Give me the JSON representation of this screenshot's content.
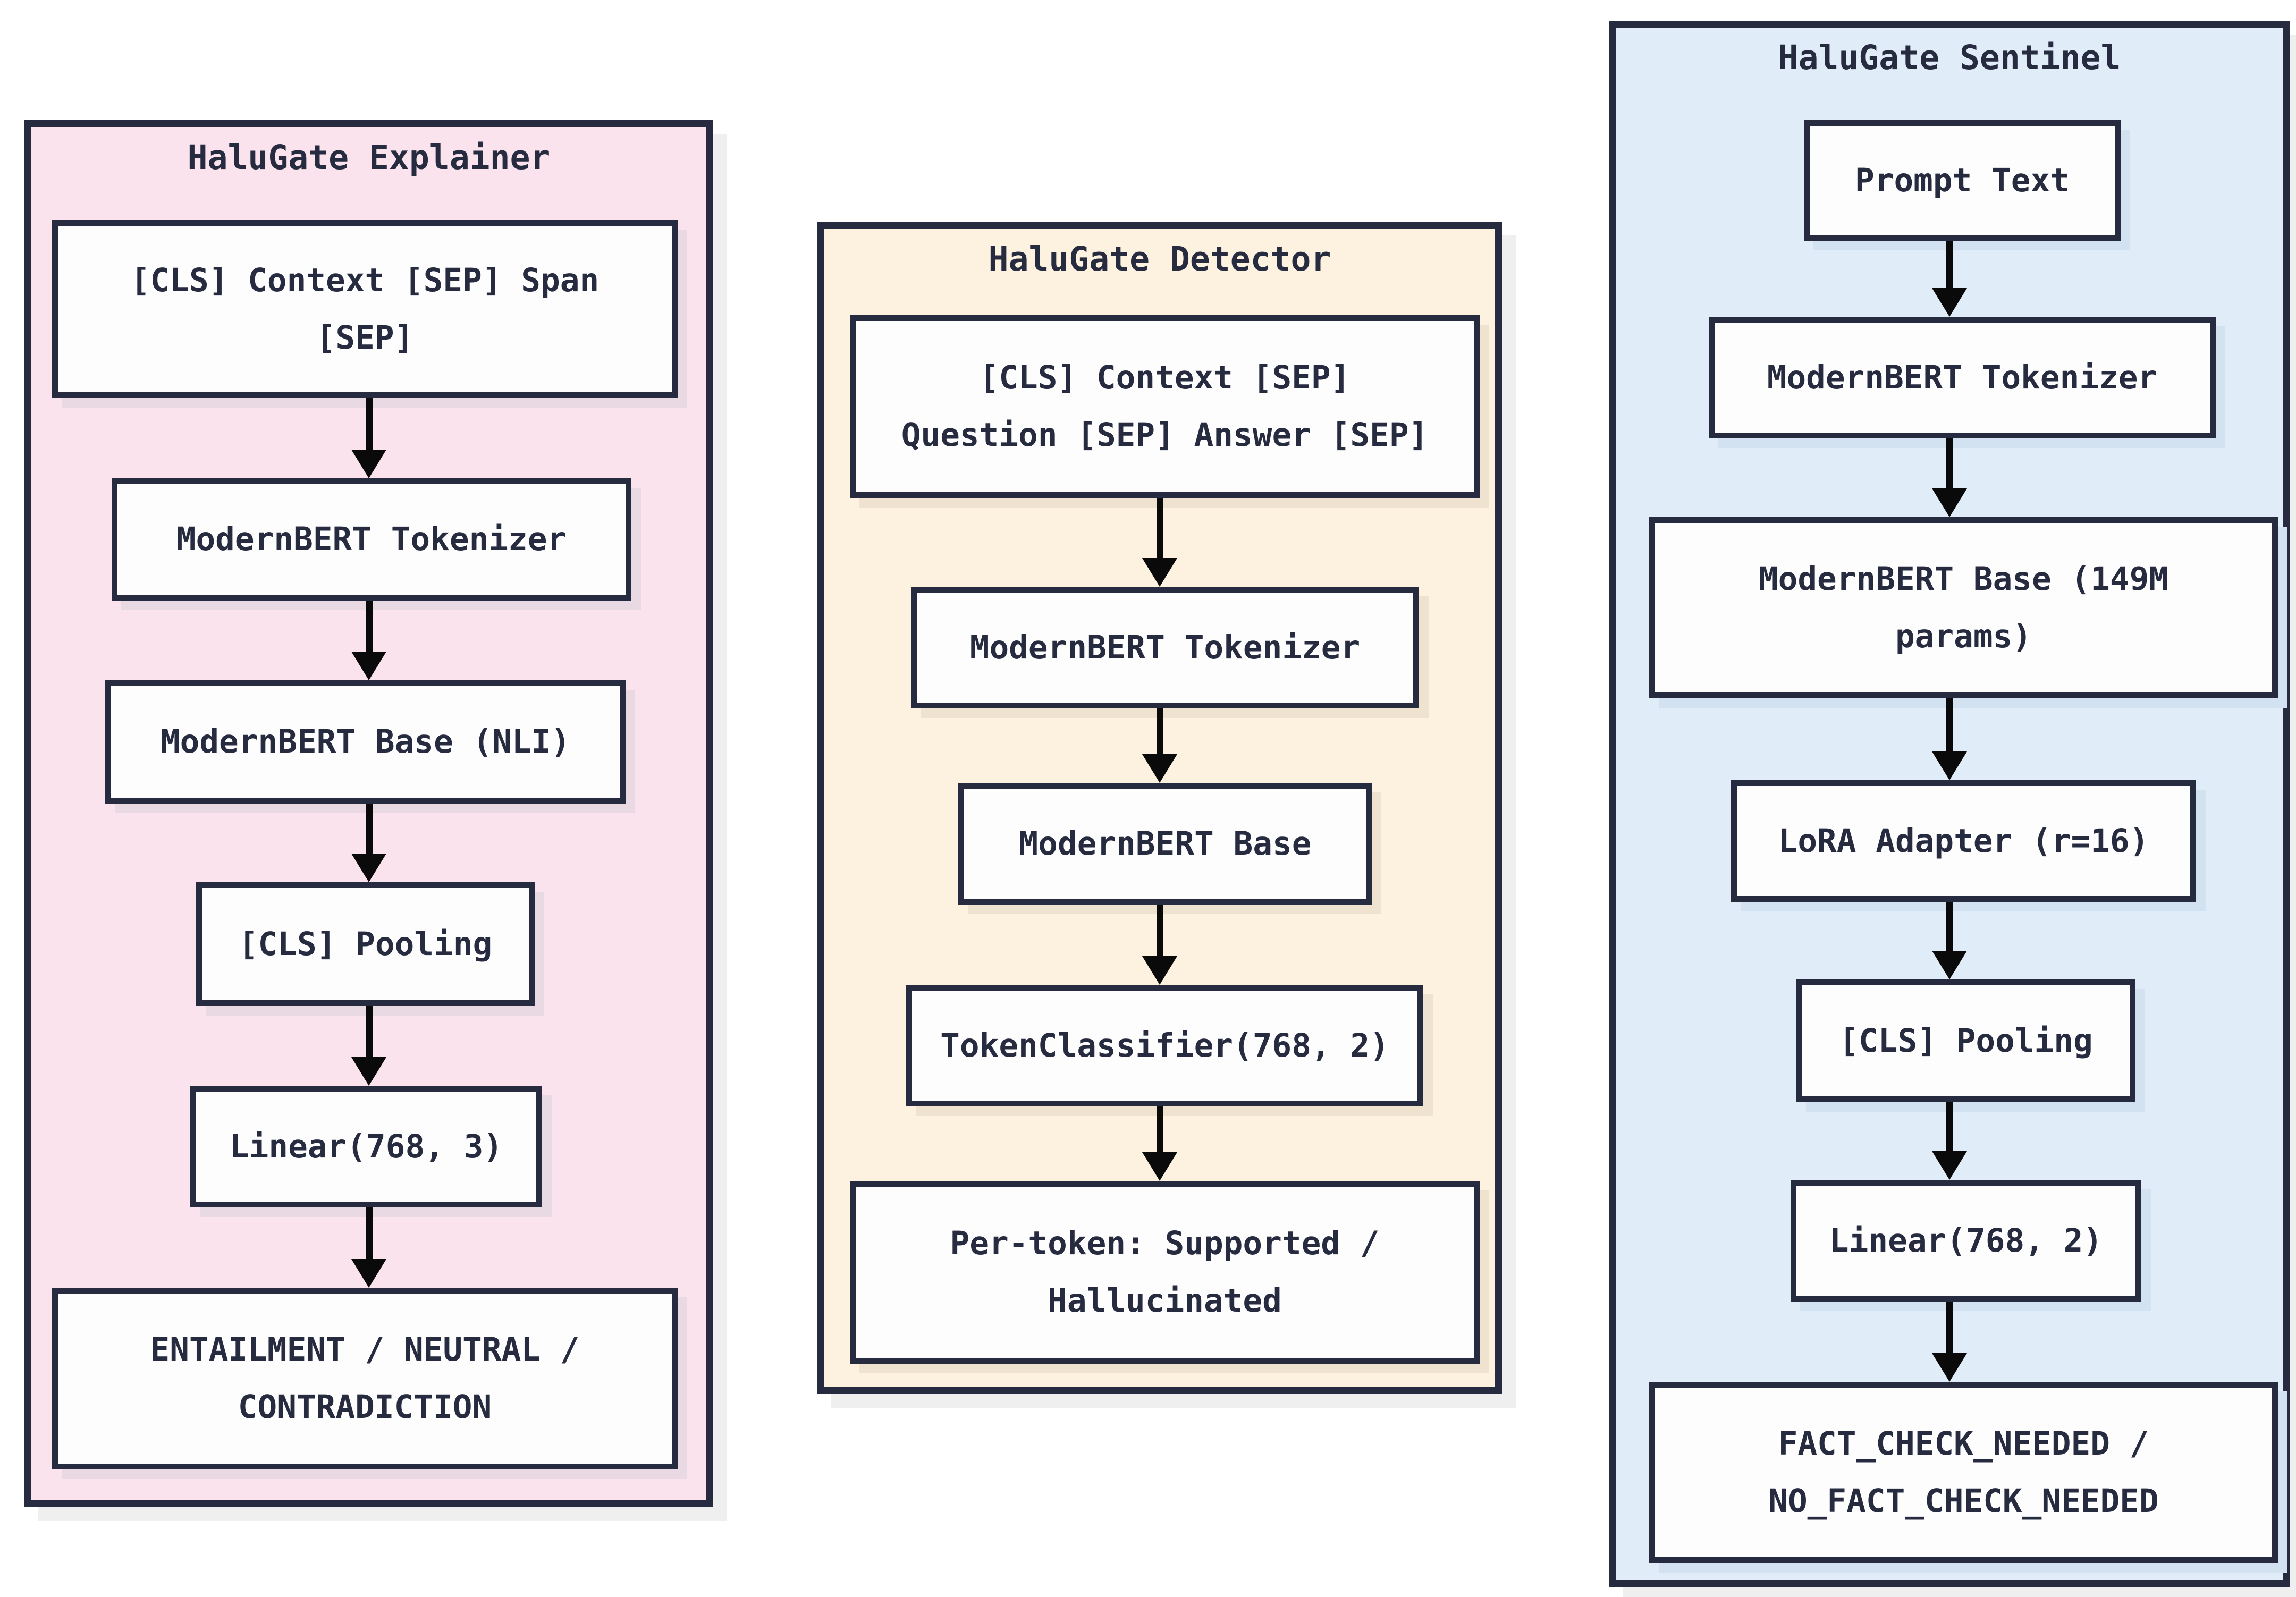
{
  "diagram": {
    "background": "#ffffff",
    "ink": "#262b40",
    "arrow_color": "#0a0a0a",
    "panel_shadow": "#efefef",
    "box_fill": "#fefdfe",
    "panels": [
      {
        "id": "explainer",
        "title": "HaluGate Explainer",
        "bg": "#fbe3ee",
        "box_shadow": "#e9d9e2",
        "boxes": [
          {
            "lines": [
              "[CLS] Context [SEP] Span",
              "[SEP]"
            ]
          },
          {
            "lines": [
              "ModernBERT Tokenizer"
            ]
          },
          {
            "lines": [
              "ModernBERT Base (NLI)"
            ]
          },
          {
            "lines": [
              "[CLS] Pooling"
            ]
          },
          {
            "lines": [
              "Linear(768, 3)"
            ]
          },
          {
            "lines": [
              "ENTAILMENT / NEUTRAL /",
              "CONTRADICTION"
            ]
          }
        ]
      },
      {
        "id": "detector",
        "title": "HaluGate Detector",
        "bg": "#fdf2e0",
        "box_shadow": "#efe3d0",
        "boxes": [
          {
            "lines": [
              "[CLS] Context [SEP]",
              "Question [SEP] Answer [SEP]"
            ]
          },
          {
            "lines": [
              "ModernBERT Tokenizer"
            ]
          },
          {
            "lines": [
              "ModernBERT Base"
            ]
          },
          {
            "lines": [
              "TokenClassifier(768, 2)"
            ]
          },
          {
            "lines": [
              "Per-token: Supported /",
              "Hallucinated"
            ]
          }
        ]
      },
      {
        "id": "sentinel",
        "title": "HaluGate Sentinel",
        "bg": "#e0edf9",
        "box_shadow": "#d2e2f0",
        "boxes": [
          {
            "lines": [
              "Prompt Text"
            ]
          },
          {
            "lines": [
              "ModernBERT Tokenizer"
            ]
          },
          {
            "lines": [
              "ModernBERT Base (149M",
              "params)"
            ]
          },
          {
            "lines": [
              "LoRA Adapter (r=16)"
            ]
          },
          {
            "lines": [
              "[CLS] Pooling"
            ]
          },
          {
            "lines": [
              "Linear(768, 2)"
            ]
          },
          {
            "lines": [
              "FACT_CHECK_NEEDED /",
              "NO_FACT_CHECK_NEEDED"
            ]
          }
        ]
      }
    ]
  }
}
